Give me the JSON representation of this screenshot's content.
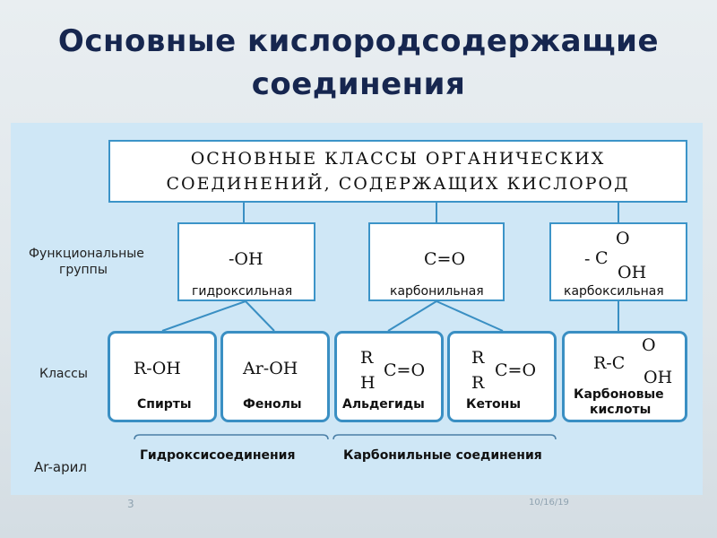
{
  "slide": {
    "title_line1": "Основные кислородсодержащие",
    "title_line2": "соединения",
    "page_number": "3",
    "date": "10/16/19"
  },
  "header_box": {
    "line1": "ОСНОВНЫЕ КЛАССЫ ОРГАНИЧЕСКИХ",
    "line2": "СОЕДИНЕНИЙ, СОДЕРЖАЩИХ КИСЛОРОД"
  },
  "row_labels": {
    "functional_line1": "Функциональные",
    "functional_line2": "группы",
    "classes": "Классы",
    "aryl": "Ar-арил"
  },
  "groups": {
    "hydroxyl": {
      "formula": "-OH",
      "name": "гидроксильная"
    },
    "carbonyl": {
      "formula": "C=O",
      "name": "карбонильная"
    },
    "carboxyl": {
      "dash": "-",
      "c": "C",
      "o": "O",
      "oh": "OH",
      "name": "карбоксильная"
    }
  },
  "classes": {
    "alcohols": {
      "formula": "R-OH",
      "name": "Спирты"
    },
    "phenols": {
      "formula": "Ar-OH",
      "name": "Фенолы"
    },
    "aldehydes": {
      "r": "R",
      "h": "H",
      "co": "C=O",
      "name": "Альдегиды"
    },
    "ketones": {
      "r1": "R",
      "r2": "R",
      "co": "C=O",
      "name": "Кетоны"
    },
    "acids": {
      "rc": "R-C",
      "o": "O",
      "oh": "OH",
      "name_line1": "Карбоновые",
      "name_line2": "кислоты"
    }
  },
  "brackets": {
    "hydroxy": "Гидроксисоединения",
    "carbonyl": "Карбонильные соединения"
  }
}
